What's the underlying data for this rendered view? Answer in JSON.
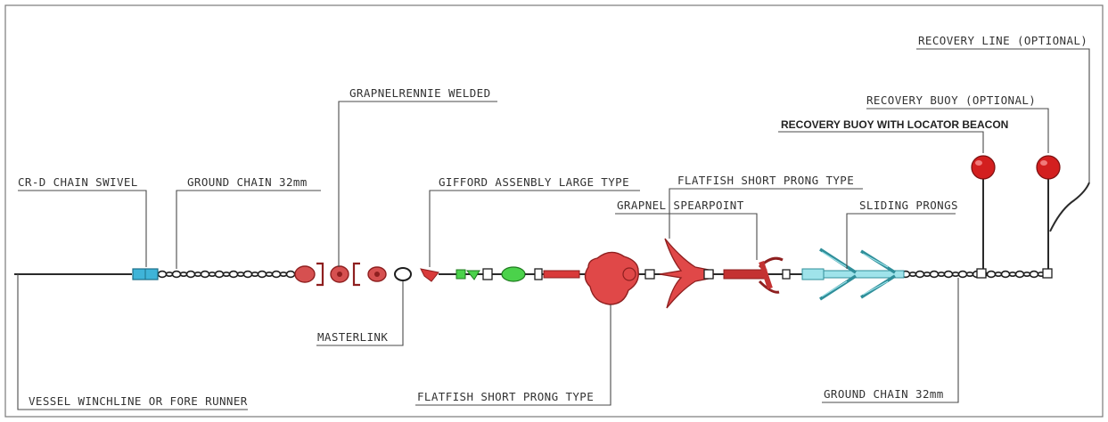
{
  "labels": {
    "recovery_line": "RECOVERY LINE (OPTIONAL)",
    "recovery_buoy": "RECOVERY BUOY (OPTIONAL)",
    "recovery_buoy_beacon": "RECOVERY BUOY WITH LOCATOR BEACON",
    "grapnel_rennie": "GRAPNELRENNIE WELDED",
    "cr_chain_swivel": "CR-D CHAIN SWIVEL",
    "ground_chain_left": "GROUND CHAIN 32mm",
    "gifford_assembly": "GIFFORD ASSENBLY LARGE TYPE",
    "flatfish_top": "FLATFISH SHORT PRONG TYPE",
    "grapnel_spearpoint": "GRAPNEL SPEARPOINT",
    "sliding_prongs": "SLIDING PRONGS",
    "masterlink": "MASTERLINK",
    "vessel_winchline": "VESSEL WINCHLINE OR FORE RUNNER",
    "flatfish_bottom": "FLATFISH SHORT PRONG TYPE",
    "ground_chain_right": "GROUND CHAIN 32mm"
  },
  "colors": {
    "frame": "#7a7a7a",
    "chain": "#1e1e1e",
    "grapnel_red": "#d93a3a",
    "grapnel_red_dark": "#8e1f1f",
    "link_red": "#a52a2a",
    "swivel_blue": "#3fb4d8",
    "gifford_green": "#4bd24b",
    "prong_teal": "#2f8f9a",
    "prong_light": "#9fe3ea",
    "buoy_red": "#d31f1f"
  }
}
